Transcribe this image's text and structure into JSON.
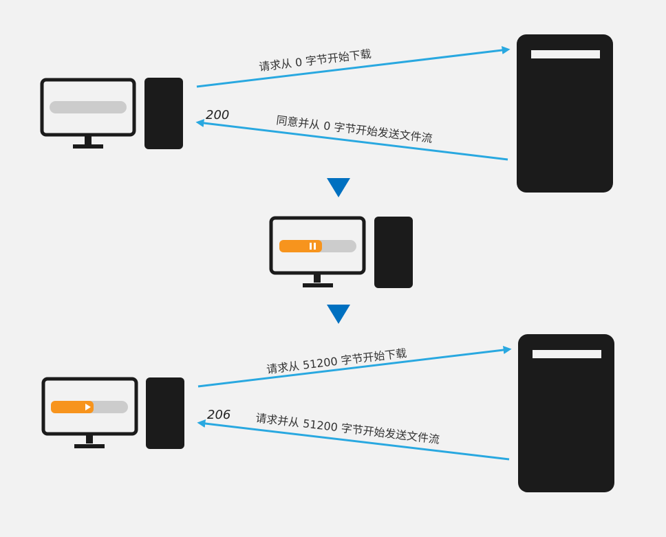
{
  "colors": {
    "background": "#f2f2f2",
    "device": "#1b1b1b",
    "arrow": "#29a8e0",
    "step_arrow": "#0070c0",
    "progress_fill": "#f7941d",
    "progress_track": "#cccccc"
  },
  "step1": {
    "request_label": "请求从 0 字节开始下载",
    "response_code": "200",
    "response_label": "同意并从 0 字节开始发送文件流",
    "client_progress": 0
  },
  "step2": {
    "state_icon": "pause-icon",
    "client_progress": 0.55
  },
  "step3": {
    "request_label": "请求从 51200 字节开始下载",
    "response_code": "206",
    "response_label": "请求并从 51200 字节开始发送文件流",
    "state_icon": "play-icon",
    "client_progress": 0.55
  }
}
